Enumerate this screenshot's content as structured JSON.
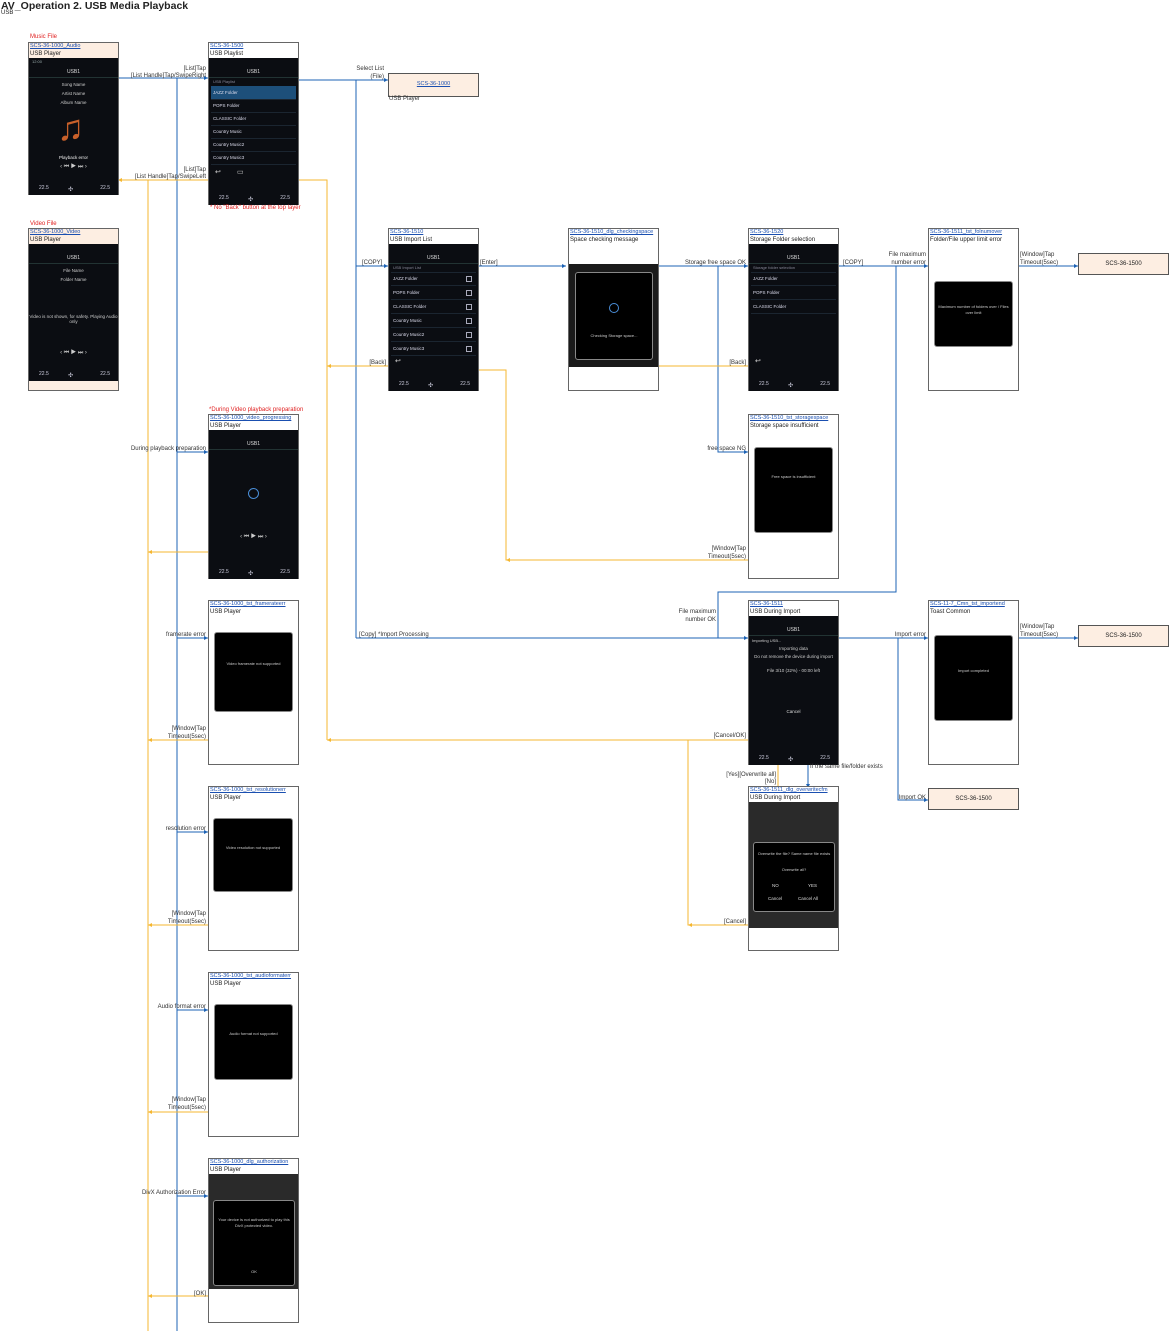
{
  "header": {
    "title": "AV_Operation   2. USB Media Playback",
    "subtitle": "USB"
  },
  "sections": {
    "music": "Music File",
    "video": "Video File",
    "video_prep": "*During Video playback preparation"
  },
  "colors": {
    "blue_line": "#1e63b5",
    "orange_line": "#f5b731",
    "peach": "#fdeee2",
    "id_text": "#1a4fb0",
    "note_red": "#e02020"
  },
  "screens": {
    "s1000_audio": {
      "id": "SCS-36-1000_Audio",
      "name": "USB Player"
    },
    "s1000_video": {
      "id": "SCS-36-1000_Video",
      "name": "USB Player"
    },
    "s1500": {
      "id": "SCS-36-1500",
      "name": "USB Playlist"
    },
    "s1000_ref": {
      "id": "SCS-36-1000",
      "name": "USB Player"
    },
    "s1510": {
      "id": "SCS-36-1510",
      "name": "USB Import List"
    },
    "s1510_dlg": {
      "id": "SCS-36-1510_dlg_checkingspace",
      "name": "Space checking message"
    },
    "s1520": {
      "id": "SCS-36-1520",
      "name": "Storage Folder selection"
    },
    "s1511_tst_fol": {
      "id": "SCS-36-1511_tst_folnumover",
      "name": "Folder/File upper limit error"
    },
    "s1510_tst_storage": {
      "id": "SCS-36-1510_tst_storagespace",
      "name": "Storage space insufficient"
    },
    "s1000_vprog": {
      "id": "SCS-36-1000_video_progressing",
      "name": "USB Player"
    },
    "s1000_framerate": {
      "id": "SCS-36-1000_tst_framerateerr",
      "name": "USB Player"
    },
    "s1511": {
      "id": "SCS-36-1511",
      "name": "USB During Import"
    },
    "s11_toast": {
      "id": "SCS-11-7_Cmn_tst_importend",
      "name": "Toast Common"
    },
    "s1511_dlg_ow": {
      "id": "SCS-36-1511_dlg_overwritecfm",
      "name": "USB During Import"
    },
    "s1000_resolution": {
      "id": "SCS-36-1000_tst_resolutionerr",
      "name": "USB Player"
    },
    "s1000_audiofmt": {
      "id": "SCS-36-1000_tst_audioformaterr",
      "name": "USB Player"
    },
    "s1000_auth": {
      "id": "SCS-36-1000_dlg_authorization",
      "name": "USB Player"
    }
  },
  "refs": {
    "r1500_a": "SCS-36-1500",
    "r1500_b": "SCS-36-1500",
    "r1500_c": "SCS-36-1500"
  },
  "notes": {
    "no_back": "* No \"Back\" button at the top layer"
  },
  "labels": {
    "list_tap_1": "[List]Tap",
    "list_handle_right": "[List Handle]Tap/SwipeRight",
    "list_tap_2": "[List]Tap",
    "list_handle_left": "[List Handle]Tap/SwipeLeft",
    "select_list": "Select List",
    "file": "(File)",
    "copy_1": "[COPY]",
    "enter": "[Enter]",
    "storage_free_ok": "Storage free space OK",
    "copy_2": "[COPY]",
    "file_max_err_1": "File maximum",
    "file_max_err_2": "number error",
    "window_tap_1a": "[Window]Tap",
    "window_tap_1b": "Timeout(5sec)",
    "back_1": "[Back]",
    "back_2": "[Back]",
    "free_space_ng": "free space NG",
    "window_tap_2a": "[Window]Tap",
    "window_tap_2b": "Timeout(5sec)",
    "during_prep": "During playback preparation",
    "framerate_err": "framerate error",
    "window_tap_3a": "[Window]Tap",
    "window_tap_3b": "Timeout(5sec)",
    "file_max_ok_1": "File maximum",
    "file_max_ok_2": "number OK",
    "copy_import": "[Copy] *Import Processing",
    "import_err": "Import error",
    "window_tap_4a": "[Window]Tap",
    "window_tap_4b": "Timeout(5sec)",
    "cancel_ok": "[Cancel/OK]",
    "yes_overwrite": "[Yes][Overwrite all]",
    "no": "[No]",
    "same_exists": "If the same file/folder exists",
    "import_ok": "Import OK",
    "resolution_err": "resolution error",
    "window_tap_5a": "[Window]Tap",
    "window_tap_5b": "Timeout(5sec)",
    "cancel": "[Cancel]",
    "audio_fmt_err": "Audio format error",
    "window_tap_6a": "[Window]Tap",
    "window_tap_6b": "Timeout(5sec)",
    "divx_err": "DivX Authorization Error",
    "ok": "[OK]"
  },
  "mock": {
    "usb": "USB1",
    "song_name": "Song Name",
    "artist": "Artist Name",
    "album": "Album Name",
    "playback_error": "Playback error",
    "file_name": "File Name",
    "folder_name": "Folder Name",
    "video_warn": "Video is not shown, for safety. Playing Audio only",
    "playlist_header": "USB Playlist",
    "import_header": "USB Import List",
    "storage_header": "Storage folder selection",
    "folders": [
      "JAZZ Folder",
      "POPS Folder",
      "CLASSIC Folder",
      "Country Music",
      "Country Music2",
      "Country Music3"
    ],
    "folders_short": [
      "JAZZ Folder",
      "POPS Folder",
      "CLASSIC Folder"
    ],
    "checking": "Checking Storage space...",
    "folder_limit": "Maximum number of folders over / Files over limit",
    "free_space_insufficient": "Free space is insufficient",
    "framerate_msg": "Video framerate not supported",
    "importing_title": "Importing USB...",
    "importing": "Importing data",
    "importing_detail": "Do not remove the device during import",
    "importing_count": "File 3/10 (32%)  - 00:00 left",
    "cancel_btn": "Cancel",
    "import_end": "Import completed",
    "overwrite_q": "Overwrite the file? Same name file exists",
    "overwrite_all": "Overwrite all?",
    "no_btn": "NO",
    "yes_btn": "YES",
    "cancel_all": "Cancel All",
    "resolution_msg": "Video resolution not supported",
    "audio_fmt_msg": "Audio format not supported",
    "auth_msg": "Your device is not authorized to play this DivX protected video.",
    "ok_btn": "OK",
    "temp_l": "22.5",
    "temp_r": "22.5",
    "time": "12:00"
  }
}
